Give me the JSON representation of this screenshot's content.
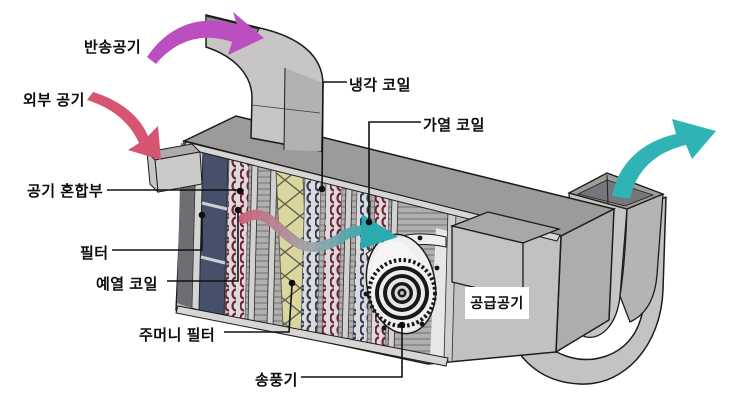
{
  "diagram": {
    "type": "air-handling-unit-cutaway",
    "labels": {
      "return_air": "반송공기",
      "outside_air": "외부 공기",
      "mixing_section": "공기 혼합부",
      "filter": "필터",
      "preheat_coil": "예열 코일",
      "bag_filter": "주머니 필터",
      "blower": "송풍기",
      "cooling_coil": "냉각 코일",
      "heating_coil": "가열 코일",
      "supply_air": "공급공기"
    },
    "colors": {
      "return_air_arrow": "#bb4fc1",
      "outside_air_arrow": "#d65573",
      "supply_air_arrow": "#2fb3b5",
      "flow_gradient_start": "#cf6077",
      "flow_gradient_mid": "#9fa7ae",
      "flow_gradient_end": "#2fb0b2",
      "duct_grey": "#c6c5c3",
      "box_top_grey": "#9c9b99",
      "filter_navy": "#46506a",
      "bag_filter_yellow": "#d9d79f",
      "cooling_coil_navy": "#2e3c62",
      "heating_coil_maroon": "#72213a",
      "fan_housing_white": "#f0efed",
      "label_text": "#0c0c0c"
    }
  }
}
